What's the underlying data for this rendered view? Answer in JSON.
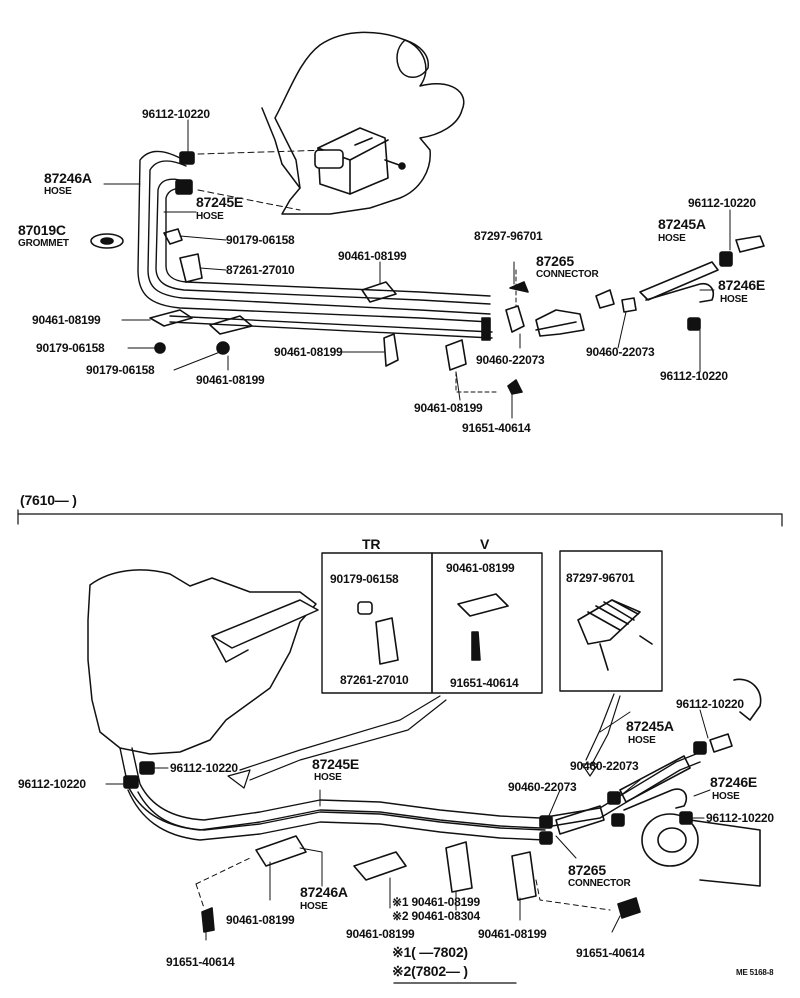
{
  "top": {
    "labels": {
      "p96112_a": "96112-10220",
      "p87246A": "87246A",
      "p87246A_name": "HOSE",
      "p87245E": "87245E",
      "p87245E_name": "HOSE",
      "p87019C": "87019C",
      "p87019C_name": "GROMMET",
      "p90179_a": "90179-06158",
      "p87261": "87261-27010",
      "p90461_a": "90461-08199",
      "p87297": "87297-96701",
      "p87265": "87265",
      "p87265_name": "CONNECTOR",
      "p96112_b": "96112-10220",
      "p87245A": "87245A",
      "p87245A_name": "HOSE",
      "p87246E": "87246E",
      "p87246E_name": "HOSE",
      "p90461_b": "90461-08199",
      "p90179_b": "90179-06158",
      "p90179_c": "90179-06158",
      "p90461_c": "90461-08199",
      "p90461_d": "90461-08199",
      "p90460_a": "90460-22073",
      "p90460_b": "90460-22073",
      "p96112_c": "96112-10220",
      "p90461_e": "90461-08199",
      "p91651": "91651-40614"
    }
  },
  "bottom": {
    "section_note": "(7610—          )",
    "inset_tr": {
      "title": "TR",
      "p90179": "90179-06158",
      "p87261": "87261-27010"
    },
    "inset_v": {
      "title": "V",
      "p90461": "90461-08199",
      "p91651": "91651-40614"
    },
    "inset_conn": {
      "p87297": "87297-96701"
    },
    "labels": {
      "p96112_a": "96112-10220",
      "p96112_b": "96112-10220",
      "p87245E": "87245E",
      "p87245E_name": "HOSE",
      "p96112_c": "96112-10220",
      "p87245A": "87245A",
      "p87245A_name": "HOSE",
      "p90460_a": "90460-22073",
      "p90460_b": "90460-22073",
      "p87246E": "87246E",
      "p87246E_name": "HOSE",
      "p96112_d": "96112-10220",
      "p87265": "87265",
      "p87265_name": "CONNECTOR",
      "p87246A": "87246A",
      "p87246A_name": "HOSE",
      "p90461_a": "90461-08199",
      "p90461_b": "90461-08199",
      "p90461_c": "90461-08199",
      "p91651_a": "91651-40614",
      "p91651_b": "91651-40614",
      "n1_part": "※1 90461-08199",
      "n2_part": "※2 90461-08304",
      "n1_range": "※1(       —7802)",
      "n2_range": "※2(7802—        )"
    }
  },
  "footer_code": "ME 5168-8"
}
